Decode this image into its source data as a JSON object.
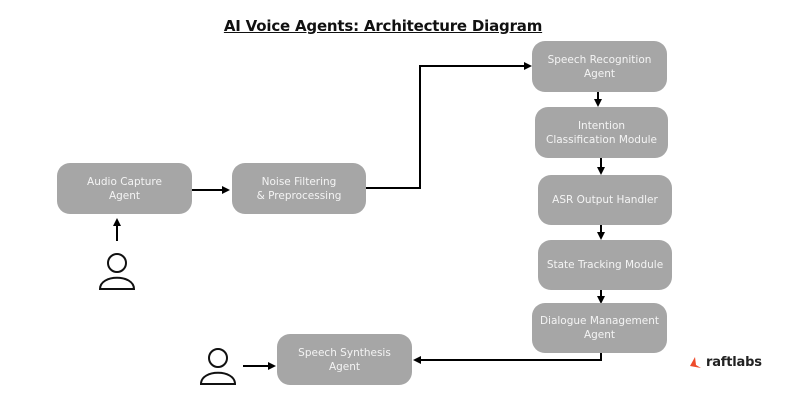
{
  "title": "AI Voice Agents: Architecture Diagram",
  "nodes": {
    "audio_capture": "Audio Capture\nAgent",
    "noise_filtering": "Noise Filtering\n& Preprocessing",
    "speech_recognition": "Speech Recognition\nAgent",
    "intention_classification": "Intention\nClassification Module",
    "asr_output": "ASR Output Handler",
    "state_tracking": "State Tracking Module",
    "dialogue_management": "Dialogue Management\nAgent",
    "speech_synthesis": "Speech Synthesis\nAgent"
  },
  "actors": [
    "user-input",
    "user-output"
  ],
  "edges": [
    [
      "user-input",
      "audio_capture"
    ],
    [
      "audio_capture",
      "noise_filtering"
    ],
    [
      "noise_filtering",
      "speech_recognition"
    ],
    [
      "speech_recognition",
      "intention_classification"
    ],
    [
      "intention_classification",
      "asr_output"
    ],
    [
      "asr_output",
      "state_tracking"
    ],
    [
      "state_tracking",
      "dialogue_management"
    ],
    [
      "dialogue_management",
      "speech_synthesis"
    ],
    [
      "user-output",
      "speech_synthesis"
    ]
  ],
  "colors": {
    "node_fill": "#a6a6a6",
    "node_text": "#f4f4f4",
    "arrow": "#000000",
    "logo_accent": "#ee4b2b"
  },
  "logo": {
    "text": "raftlabs"
  }
}
